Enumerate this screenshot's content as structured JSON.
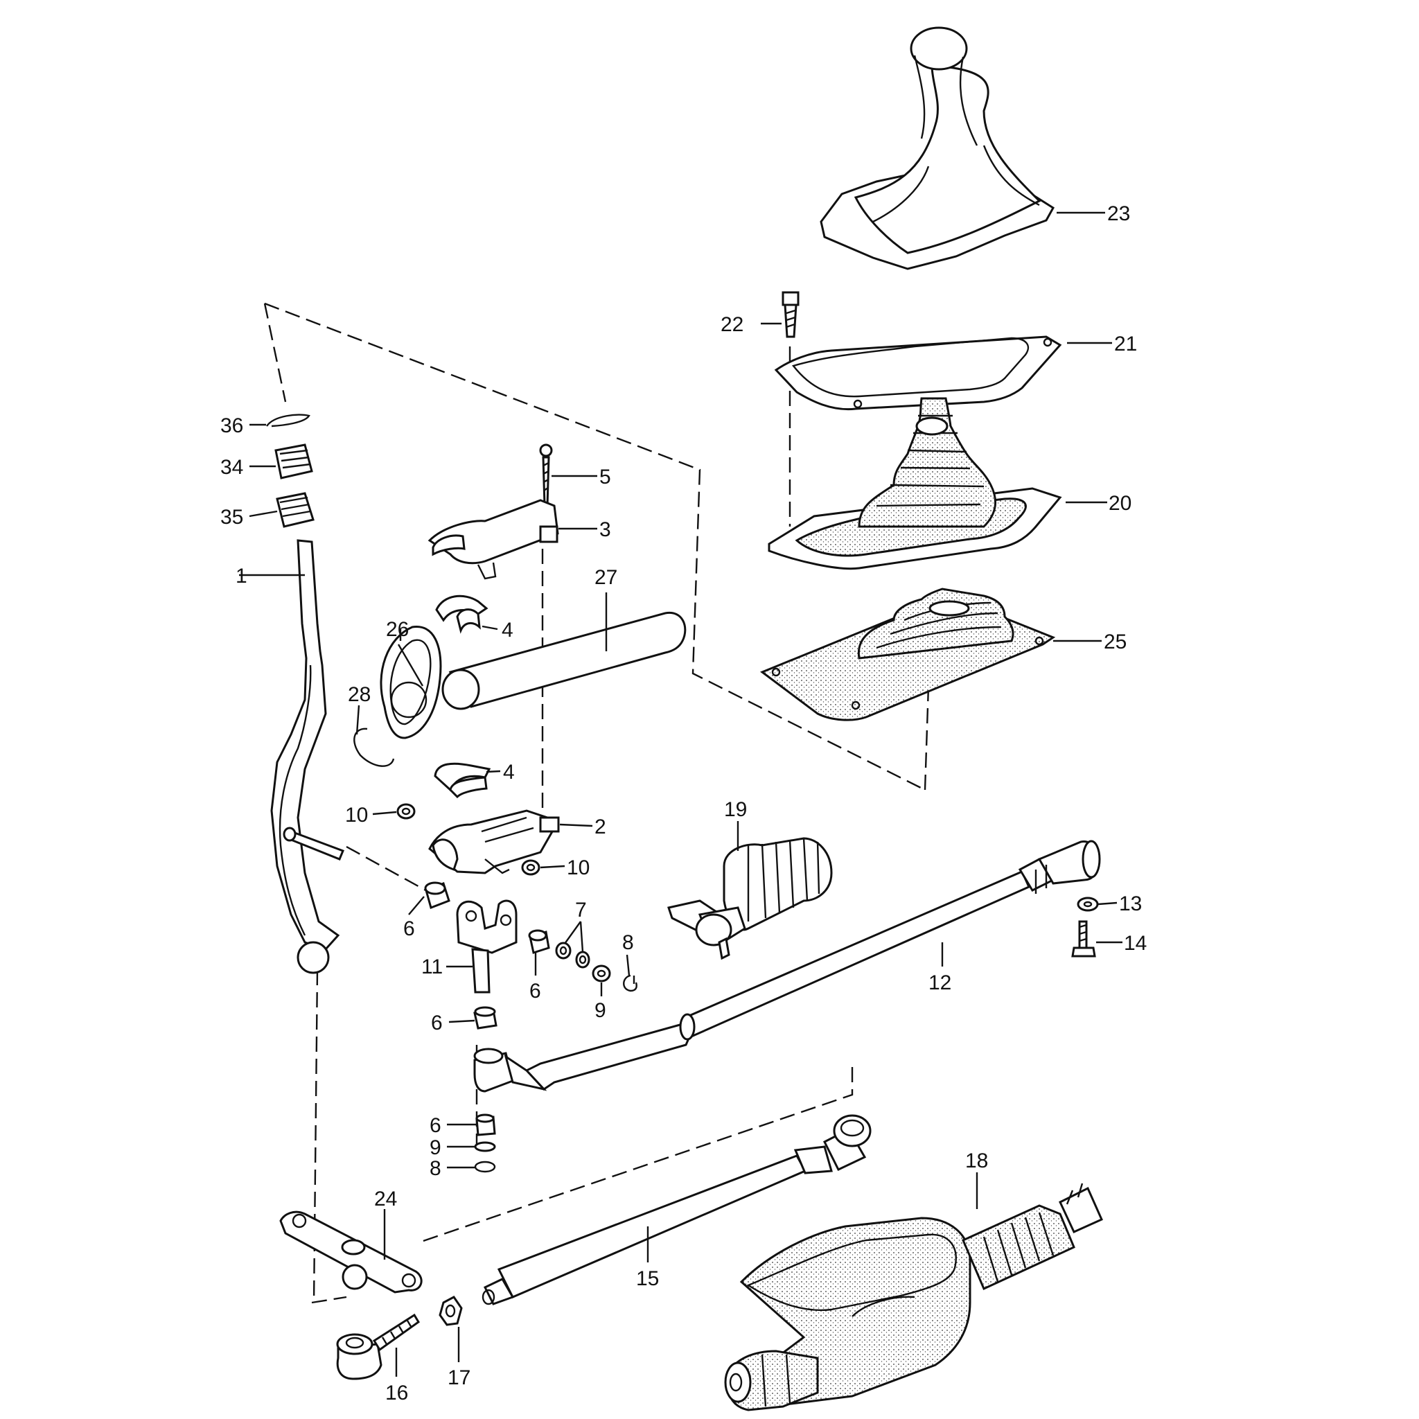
{
  "diagram": {
    "callouts": [
      {
        "id": "c23",
        "label": "23"
      },
      {
        "id": "c22",
        "label": "22"
      },
      {
        "id": "c21",
        "label": "21"
      },
      {
        "id": "c20",
        "label": "20"
      },
      {
        "id": "c25",
        "label": "25"
      },
      {
        "id": "c36",
        "label": "36"
      },
      {
        "id": "c34",
        "label": "34"
      },
      {
        "id": "c35",
        "label": "35"
      },
      {
        "id": "c1",
        "label": "1"
      },
      {
        "id": "c5",
        "label": "5"
      },
      {
        "id": "c3",
        "label": "3"
      },
      {
        "id": "c27",
        "label": "27"
      },
      {
        "id": "c4a",
        "label": "4"
      },
      {
        "id": "c26",
        "label": "26"
      },
      {
        "id": "c28",
        "label": "28"
      },
      {
        "id": "c4b",
        "label": "4"
      },
      {
        "id": "c10a",
        "label": "10"
      },
      {
        "id": "c2",
        "label": "2"
      },
      {
        "id": "c10b",
        "label": "10"
      },
      {
        "id": "c19",
        "label": "19"
      },
      {
        "id": "c6a",
        "label": "6"
      },
      {
        "id": "c7",
        "label": "7"
      },
      {
        "id": "c8a",
        "label": "8"
      },
      {
        "id": "c11",
        "label": "11"
      },
      {
        "id": "c6b",
        "label": "6"
      },
      {
        "id": "c9a",
        "label": "9"
      },
      {
        "id": "c13",
        "label": "13"
      },
      {
        "id": "c14",
        "label": "14"
      },
      {
        "id": "c12",
        "label": "12"
      },
      {
        "id": "c6c",
        "label": "6"
      },
      {
        "id": "c6d",
        "label": "6"
      },
      {
        "id": "c9b",
        "label": "9"
      },
      {
        "id": "c8b",
        "label": "8"
      },
      {
        "id": "c18",
        "label": "18"
      },
      {
        "id": "c24",
        "label": "24"
      },
      {
        "id": "c15",
        "label": "15"
      },
      {
        "id": "c16",
        "label": "16"
      },
      {
        "id": "c17",
        "label": "17"
      }
    ]
  }
}
